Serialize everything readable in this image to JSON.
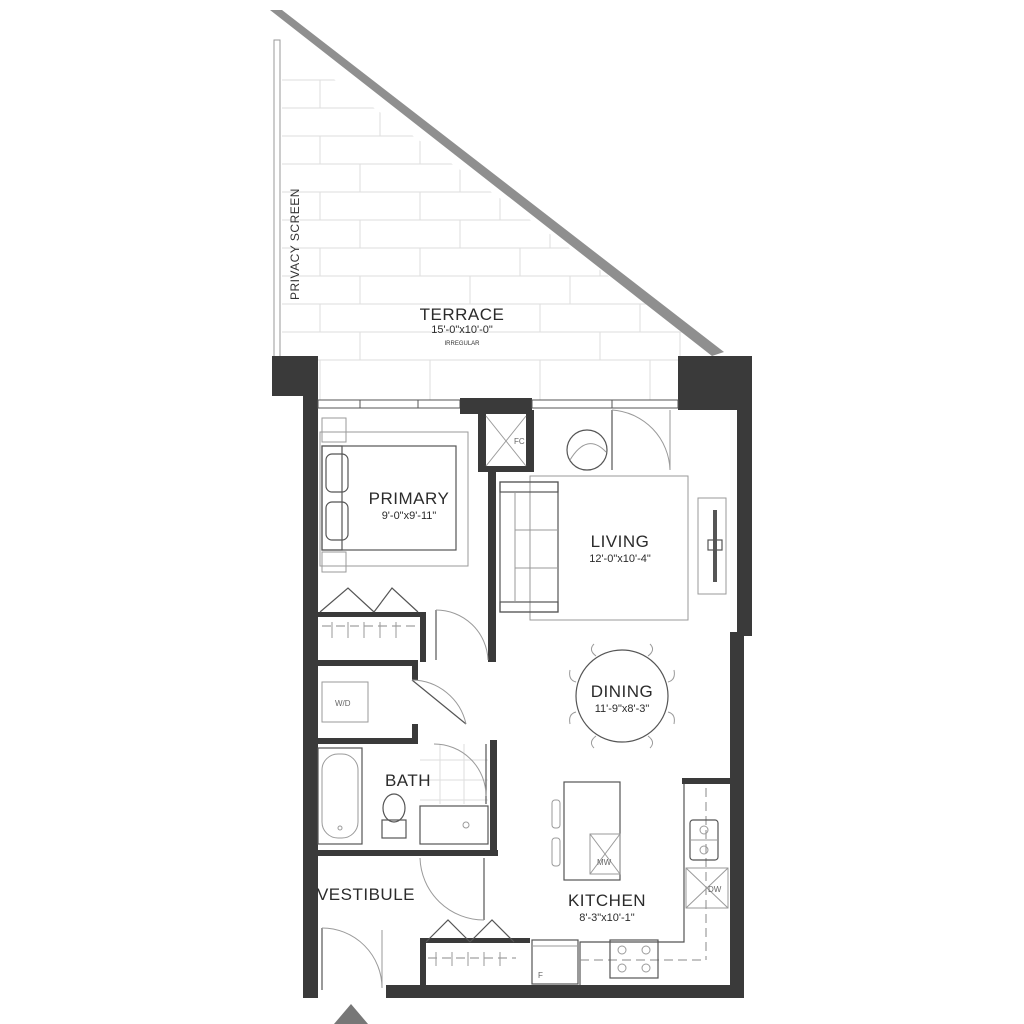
{
  "terrace": {
    "name": "TERRACE",
    "dims": "15'-0\"x10'-0\"",
    "note": "IRREGULAR"
  },
  "privacy_screen": "PRIVACY SCREEN",
  "primary": {
    "name": "PRIMARY",
    "dims": "9'-0\"x9'-11\""
  },
  "living": {
    "name": "LIVING",
    "dims": "12'-0\"x10'-4\""
  },
  "dining": {
    "name": "DINING",
    "dims": "11'-9\"x8'-3\""
  },
  "bath": {
    "name": "BATH"
  },
  "vestibule": {
    "name": "VESTIBULE"
  },
  "kitchen": {
    "name": "KITCHEN",
    "dims": "8'-3\"x10'-1\""
  },
  "fixtures": {
    "fc": "FC",
    "wd": "W/D",
    "mw": "MW",
    "dw": "DW",
    "fridge": "F"
  },
  "colors": {
    "wall": "#3a3a3a",
    "line": "#9a9a9a",
    "tile": "#dedede"
  }
}
